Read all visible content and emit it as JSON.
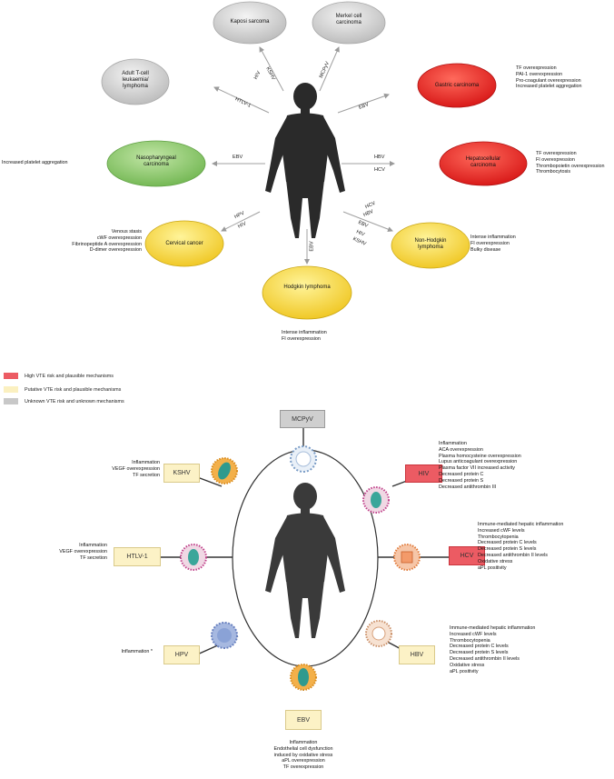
{
  "top": {
    "cancers": [
      {
        "id": "kaposi",
        "label": "Kaposi sarcoma",
        "risk": "unknown"
      },
      {
        "id": "merkel",
        "label": "Merkel cell carcinoma",
        "risk": "unknown"
      },
      {
        "id": "atll",
        "label": "Adult T-cell leukaemia/ lymphoma",
        "risk": "unknown"
      },
      {
        "id": "gastric",
        "label": "Gastric carcinoma",
        "risk": "high"
      },
      {
        "id": "naso",
        "label": "Nasopharyngeal carcinoma",
        "risk": "low"
      },
      {
        "id": "hepato",
        "label": "Hepatocellular carcinoma",
        "risk": "high"
      },
      {
        "id": "cervical",
        "label": "Cervical cancer",
        "risk": "putative"
      },
      {
        "id": "nhl",
        "label": "Non-Hodgkin lymphoma",
        "risk": "putative"
      },
      {
        "id": "hodgkin",
        "label": "Hodgkin lymphoma",
        "risk": "putative"
      }
    ],
    "virus_labels": {
      "kshv": "KSHV",
      "hiv_k": "HIV",
      "mcpyv": "MCPyV",
      "htlv": "HTLV-1",
      "ebv_g": "EBV",
      "ebv_n": "EBV",
      "hbv_h": "HBV",
      "hcv_h": "HCV",
      "hpv_c": "HPV",
      "hiv_c": "HIV",
      "nhl_1": "HCV",
      "nhl_2": "HBV",
      "nhl_3": "EBV",
      "nhl_4": "HIV",
      "nhl_5": "KSHV",
      "ebv_hl": "EBV"
    },
    "mechanisms": {
      "gastric": [
        "TF overexpression",
        "PAI-1 overexpression",
        "Pro-coagulant overexpression",
        "Increased platelet aggregation"
      ],
      "naso": [
        "Increased platelet aggregation"
      ],
      "hepato": [
        "TF overexpression",
        "FI overexpression",
        "Thrombopoietin overexpression",
        "Thrombocytosis"
      ],
      "cervical": [
        "Venous stasis",
        "cWF overexpression",
        "Fibrinopeptide A overexpression",
        "D-dimer overexpression"
      ],
      "nhl": [
        "Intense inflammation",
        "FI overexpression",
        "Bulky disease"
      ],
      "hodgkin": [
        "Intense inflammation",
        "FI overexpression"
      ]
    }
  },
  "legend": [
    {
      "label": "High VTE risk and plausible mechanisms",
      "color": "#ec5b63"
    },
    {
      "label": "Putative VTE risk and plausible mechanisms",
      "color": "#fbf0c0"
    },
    {
      "label": "Unknown VTE risk and unknown mechanisms",
      "color": "#c8c8c8"
    }
  ],
  "bottom": {
    "viruses": {
      "mcpyv": "MCPyV",
      "kshv": "KSHV",
      "hiv": "HIV",
      "htlv": "HTLV-1",
      "hcv": "HCV",
      "hpv": "HPV",
      "hbv": "HBV",
      "ebv": "EBV"
    },
    "mechanisms": {
      "kshv": [
        "Inflammation",
        "VEGF overexpression",
        "TF secretion"
      ],
      "hiv": [
        "Inflammation",
        "ACA overexpression",
        "Plasma homocysteine overexpression",
        "Lupus anticoagulant overexpression",
        "Plasma factor VII increased activity",
        "Decreased protein C",
        "Decreased protein S",
        "Decreased antithrombin III"
      ],
      "htlv": [
        "Inflammation",
        "VEGF overexpression",
        "TF secretion"
      ],
      "hcv": [
        "Immune-mediated  hepatic inflammation",
        "Increased cWF levels",
        "Thrombocytopenia",
        "Decreased protein C levels",
        "Decreased protein S levels",
        "Decreased antithrombin II levels",
        "Oxidative stress",
        "aPL positivity"
      ],
      "hpv": [
        "Inflammation *"
      ],
      "hbv": [
        "Immune-mediated  hepatic inflammation",
        "Increased cWF levels",
        "Thrombocytopenia",
        "Decreased protein C levels",
        "Decreased protein S levels",
        "Decreased antithrombin II levels",
        "Oxidative stress",
        "aPL positivity"
      ],
      "ebv": [
        "Inflammation",
        "Endothelial cell dysfunction",
        "induced by oxidative stress",
        "aPL overexpression",
        "TF overexpression"
      ]
    }
  },
  "colors": {
    "high": "#e8262c",
    "low": "#86c66a",
    "putative": "#f7dc4a",
    "unknown": "#d4d4d4"
  }
}
